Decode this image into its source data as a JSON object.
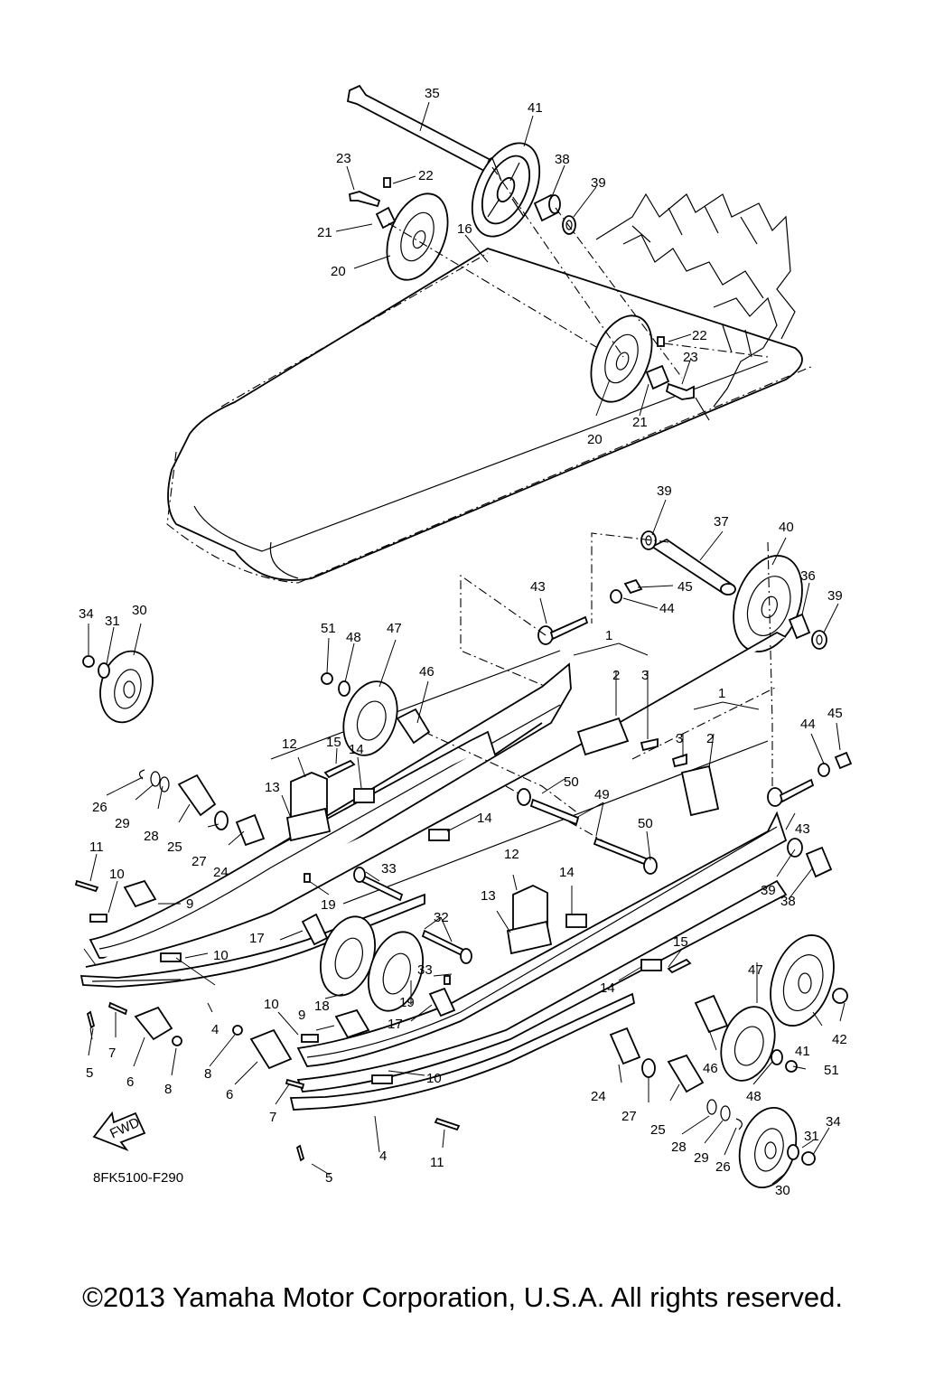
{
  "diagram": {
    "code": "8FK5100-F290",
    "fwd_label": "FWD",
    "callouts": [
      {
        "id": "c35a",
        "text": "35"
      },
      {
        "id": "c41a",
        "text": "41"
      },
      {
        "id": "c38a",
        "text": "38"
      },
      {
        "id": "c39a",
        "text": "39"
      },
      {
        "id": "c23a",
        "text": "23"
      },
      {
        "id": "c22a",
        "text": "22"
      },
      {
        "id": "c21a",
        "text": "21"
      },
      {
        "id": "c16",
        "text": "16"
      },
      {
        "id": "c20a",
        "text": "20"
      },
      {
        "id": "c22b",
        "text": "22"
      },
      {
        "id": "c23b",
        "text": "23"
      },
      {
        "id": "c20b",
        "text": "20"
      },
      {
        "id": "c21b",
        "text": "21"
      },
      {
        "id": "c39b",
        "text": "39"
      },
      {
        "id": "c37",
        "text": "37"
      },
      {
        "id": "c40",
        "text": "40"
      },
      {
        "id": "c43a",
        "text": "43"
      },
      {
        "id": "c45a",
        "text": "45"
      },
      {
        "id": "c44a",
        "text": "44"
      },
      {
        "id": "c36",
        "text": "36"
      },
      {
        "id": "c39c",
        "text": "39"
      },
      {
        "id": "c34a",
        "text": "34"
      },
      {
        "id": "c31a",
        "text": "31"
      },
      {
        "id": "c30a",
        "text": "30"
      },
      {
        "id": "c51a",
        "text": "51"
      },
      {
        "id": "c48a",
        "text": "48"
      },
      {
        "id": "c47a",
        "text": "47"
      },
      {
        "id": "c46a",
        "text": "46"
      },
      {
        "id": "c1a",
        "text": "1"
      },
      {
        "id": "c2a",
        "text": "2"
      },
      {
        "id": "c3a",
        "text": "3"
      },
      {
        "id": "c1b",
        "text": "1"
      },
      {
        "id": "c3b",
        "text": "3"
      },
      {
        "id": "c2b",
        "text": "2"
      },
      {
        "id": "c44b",
        "text": "44"
      },
      {
        "id": "c45b",
        "text": "45"
      },
      {
        "id": "c12a",
        "text": "12"
      },
      {
        "id": "c15a",
        "text": "15"
      },
      {
        "id": "c14a",
        "text": "14"
      },
      {
        "id": "c13a",
        "text": "13"
      },
      {
        "id": "c50a",
        "text": "50"
      },
      {
        "id": "c49",
        "text": "49"
      },
      {
        "id": "c14b",
        "text": "14"
      },
      {
        "id": "c50b",
        "text": "50"
      },
      {
        "id": "c43b",
        "text": "43"
      },
      {
        "id": "c26a",
        "text": "26"
      },
      {
        "id": "c29a",
        "text": "29"
      },
      {
        "id": "c28a",
        "text": "28"
      },
      {
        "id": "c25a",
        "text": "25"
      },
      {
        "id": "c27a",
        "text": "27"
      },
      {
        "id": "c24a",
        "text": "24"
      },
      {
        "id": "c11a",
        "text": "11"
      },
      {
        "id": "c10a",
        "text": "10"
      },
      {
        "id": "c9a",
        "text": "9"
      },
      {
        "id": "c33a",
        "text": "33"
      },
      {
        "id": "c19a",
        "text": "19"
      },
      {
        "id": "c32",
        "text": "32"
      },
      {
        "id": "c12b",
        "text": "12"
      },
      {
        "id": "c13b",
        "text": "13"
      },
      {
        "id": "c14c",
        "text": "14"
      },
      {
        "id": "c39d",
        "text": "39"
      },
      {
        "id": "c38b",
        "text": "38"
      },
      {
        "id": "c17a",
        "text": "17"
      },
      {
        "id": "c10b",
        "text": "10"
      },
      {
        "id": "c15b",
        "text": "15"
      },
      {
        "id": "c33b",
        "text": "33"
      },
      {
        "id": "c14d",
        "text": "14"
      },
      {
        "id": "c47b",
        "text": "47"
      },
      {
        "id": "c18",
        "text": "18"
      },
      {
        "id": "c19b",
        "text": "19"
      },
      {
        "id": "c17b",
        "text": "17"
      },
      {
        "id": "c10c",
        "text": "10"
      },
      {
        "id": "c9b",
        "text": "9"
      },
      {
        "id": "c4a",
        "text": "4"
      },
      {
        "id": "c5a",
        "text": "5"
      },
      {
        "id": "c7a",
        "text": "7"
      },
      {
        "id": "c6a",
        "text": "6"
      },
      {
        "id": "c8a",
        "text": "8"
      },
      {
        "id": "c8b",
        "text": "8"
      },
      {
        "id": "c6b",
        "text": "6"
      },
      {
        "id": "c7b",
        "text": "7"
      },
      {
        "id": "c10d",
        "text": "10"
      },
      {
        "id": "c41b",
        "text": "41"
      },
      {
        "id": "c42",
        "text": "42"
      },
      {
        "id": "c46b",
        "text": "46"
      },
      {
        "id": "c48b",
        "text": "48"
      },
      {
        "id": "c51b",
        "text": "51"
      },
      {
        "id": "c24b",
        "text": "24"
      },
      {
        "id": "c27b",
        "text": "27"
      },
      {
        "id": "c25b",
        "text": "25"
      },
      {
        "id": "c28b",
        "text": "28"
      },
      {
        "id": "c29b",
        "text": "29"
      },
      {
        "id": "c26b",
        "text": "26"
      },
      {
        "id": "c31b",
        "text": "31"
      },
      {
        "id": "c34b",
        "text": "34"
      },
      {
        "id": "c30b",
        "text": "30"
      },
      {
        "id": "c4b",
        "text": "4"
      },
      {
        "id": "c11b",
        "text": "11"
      },
      {
        "id": "c5b",
        "text": "5"
      }
    ]
  },
  "copyright": "©2013 Yamaha Motor Corporation, U.S.A. All rights reserved."
}
